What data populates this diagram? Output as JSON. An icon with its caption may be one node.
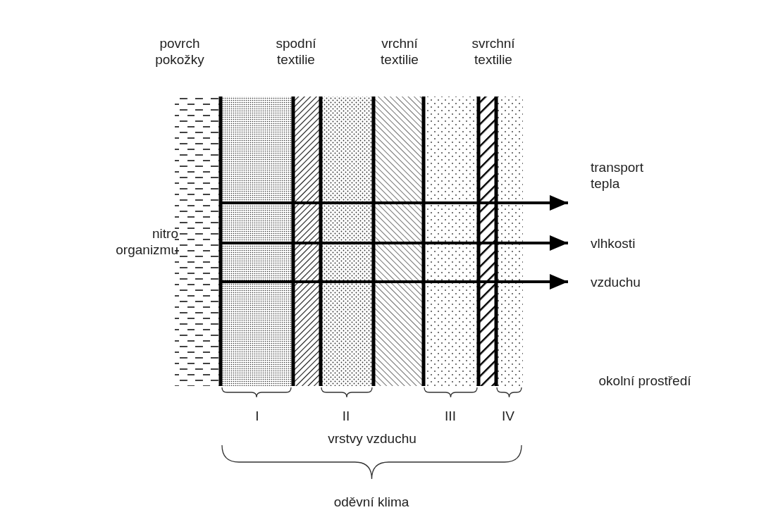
{
  "diagram": {
    "nodes": [
      {
        "text": [
          "transport tepla"
        ]
      },
      {
        "text": [
          "vlhkosti"
        ]
      },
      {
        "text": [
          "vzduchu"
        ]
      }
    ],
    "edges": [
      {
        "from": null,
        "to": 0,
        "arrow": "to"
      },
      {
        "from": null,
        "to": 1,
        "arrow": "to"
      },
      {
        "from": null,
        "to": 2,
        "arrow": "to"
      }
    ],
    "labels": [
      "povrch pokožky",
      "spodní textilie",
      "vrchní textilie",
      "svrchní textilie",
      "nitro organizmu",
      "okolní prostředí",
      "I",
      "II",
      "III",
      "IV",
      "vrstvy vzduchu",
      "oděvní klima"
    ]
  }
}
